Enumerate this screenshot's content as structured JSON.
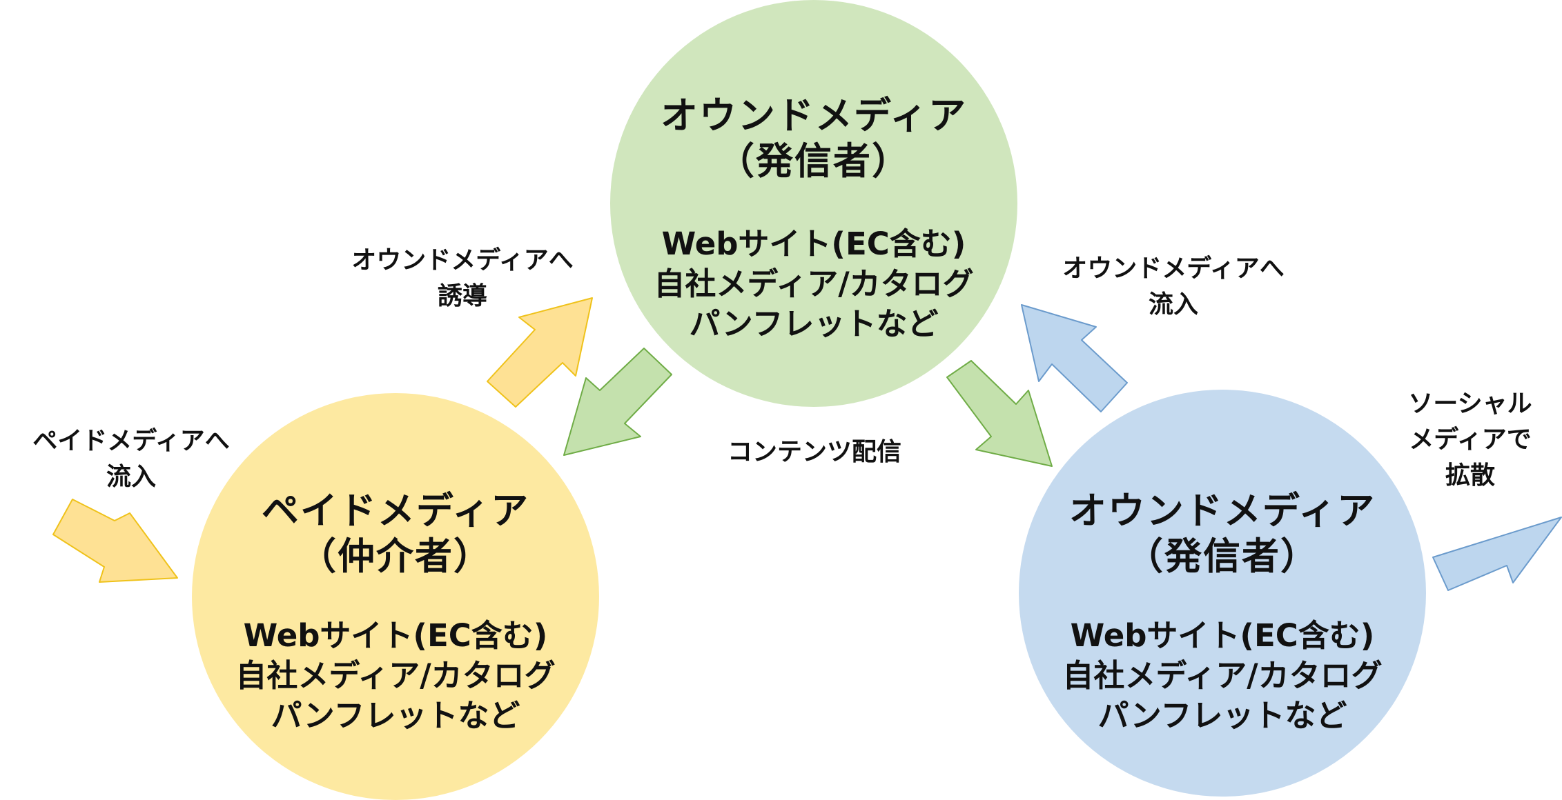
{
  "colors": {
    "green_fill": "#d0e6bd",
    "yellow_fill": "#fde9a1",
    "blue_fill": "#c5daef",
    "yellow_arrow_fill": "#fee194",
    "yellow_arrow_stroke": "#efc21a",
    "green_arrow_fill": "#c4e1ad",
    "green_arrow_stroke": "#6fac46",
    "blue_arrow_fill": "#bdd6ee",
    "blue_arrow_stroke": "#6b9bcc"
  },
  "nodes": {
    "top": {
      "title_1": "オウンドメディア",
      "title_2": "（発信者）",
      "line_1": "Webサイト(EC含む)",
      "line_2": "自社メディア/カタログ",
      "line_3": "パンフレットなど"
    },
    "left": {
      "title_1": "ペイドメディア",
      "title_2": "（仲介者）",
      "line_1": "Webサイト(EC含む)",
      "line_2": "自社メディア/カタログ",
      "line_3": "パンフレットなど"
    },
    "right": {
      "title_1": "オウンドメディア",
      "title_2": "（発信者）",
      "line_1": "Webサイト(EC含む)",
      "line_2": "自社メディア/カタログ",
      "line_3": "パンフレットなど"
    }
  },
  "labels": {
    "paid_inflow_1": "ペイドメディアへ",
    "paid_inflow_2": "流入",
    "owned_guide_1": "オウンドメディアへ",
    "owned_guide_2": "誘導",
    "content_delivery": "コンテンツ配信",
    "owned_inflow_1": "オウンドメディアへ",
    "owned_inflow_2": "流入",
    "social_1": "ソーシャル",
    "social_2": "メディアで",
    "social_3": "拡散"
  }
}
